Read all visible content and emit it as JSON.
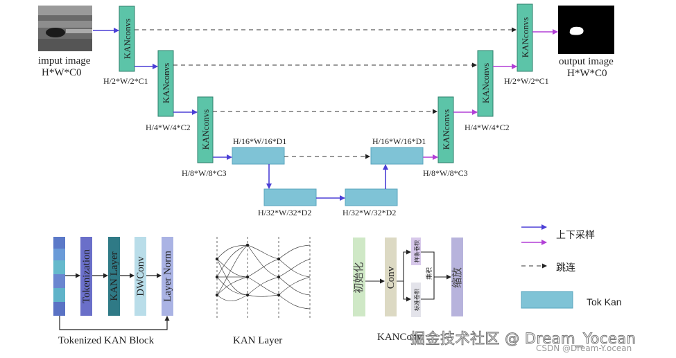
{
  "colors": {
    "kan_fill": "#5cc4a8",
    "tok_fill": "#7fc3d6",
    "down_arrow": "#4b3fd6",
    "up_arrow": "#b23fd6",
    "skip": "#333333"
  },
  "main": {
    "input_label": "imput image",
    "input_dims": "H*W*C0",
    "output_label": "output image",
    "output_dims": "H*W*C0",
    "kan_text": "KANconvs",
    "enc1_dims": "H/2*W/2*C1",
    "enc2_dims": "H/4*W/4*C2",
    "enc3_dims": "H/8*W/8*C3",
    "tok1_dims": "H/16*W/16*D1",
    "tok2_dims": "H/32*W/32*D2",
    "tok3_dims": "H/32*W/32*D2",
    "tok4_dims": "H/16*W/16*D1",
    "dec3_dims": "H/8*W/8*C3",
    "dec2_dims": "H/4*W/4*C2",
    "dec1_dims": "H/2*W/2*C1"
  },
  "legend": {
    "down_label": "上下采样",
    "skip_label": "跳连",
    "tok_label": "Tok Kan"
  },
  "block": {
    "tokenization": "Tokenization",
    "kan_layer": "KAN Layer",
    "dwconv": "DWConv",
    "layer_norm": "Layer Norm",
    "caption": "Tokenized KAN Block"
  },
  "kanlayer": {
    "caption": "KAN Layer"
  },
  "kanconv": {
    "init": "初始化",
    "conv": "Conv",
    "spline": "样条卷积",
    "standard": "标准卷积",
    "multiply": "乘积",
    "scale": "缩放",
    "caption": "KANConv"
  },
  "watermark": {
    "main": "掘金技术社区 @ Dream_Yocean",
    "sub": "CSDN @Dream-Y.ocean"
  }
}
